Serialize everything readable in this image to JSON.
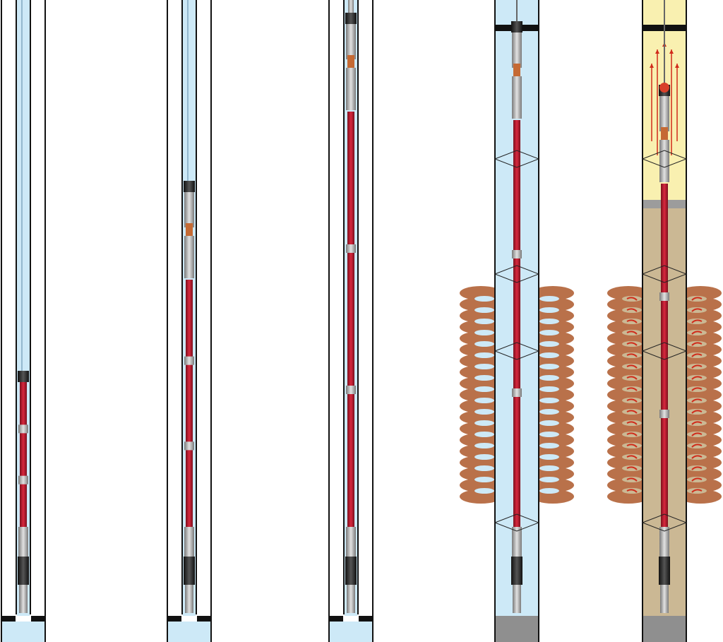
{
  "figure": {
    "stages": [
      {
        "fluid": "water",
        "fluid_level": 0.0,
        "tool_top": 0.575,
        "tool_parts": 1,
        "casing": "open",
        "pipe_in": true
      },
      {
        "fluid": "water",
        "fluid_level": 0.0,
        "tool_top": 0.28,
        "tool_parts": 2,
        "casing": "open",
        "pipe_in": true
      },
      {
        "fluid": "water",
        "fluid_level": 0.0,
        "tool_top": 0.02,
        "tool_parts": 3,
        "casing": "open",
        "pipe_in": false
      },
      {
        "fluid": "water",
        "fluid_level": 0.0,
        "tool_top": 0.03,
        "tool_parts": 4,
        "casing": "perforated",
        "pipe_in": false
      },
      {
        "fluid": "oil-and-sand",
        "fluid_level": 0.0,
        "tool_top": 0.13,
        "tool_parts": 4,
        "casing": "perforated-flowing",
        "pipe_in": false
      }
    ],
    "colors": {
      "water": "#cde9f7",
      "oil": "#f9f0b0",
      "sand": "#cbb894",
      "casing_line": "#111111",
      "tool_red": "#c0182e",
      "tool_steel": "#a8a8a8",
      "tool_dark": "#222222",
      "formation": "#b9714a",
      "cement": "#8f8f8f",
      "arrow": "#d12a1a"
    }
  }
}
